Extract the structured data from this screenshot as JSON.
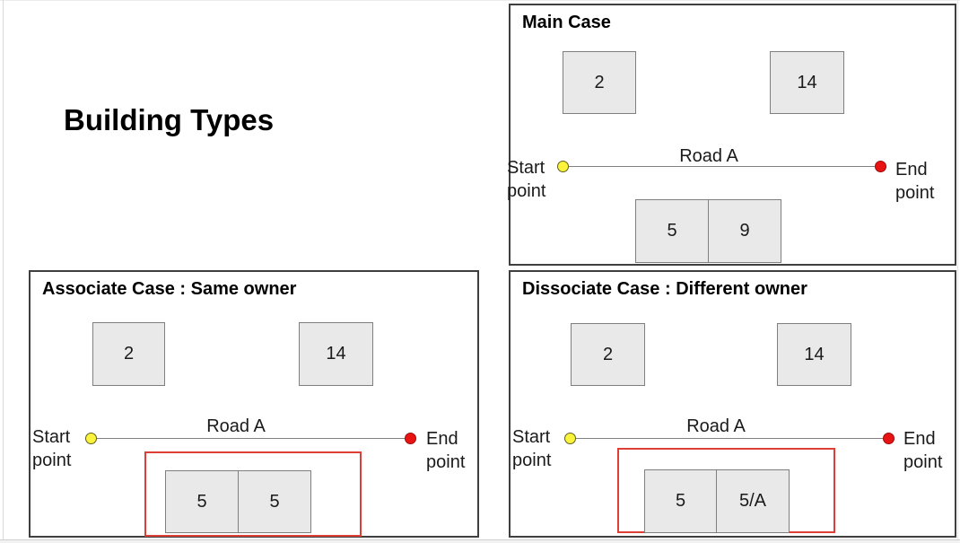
{
  "page": {
    "title": "Building Types"
  },
  "colors": {
    "panel_border": "#3f3f3f",
    "building_fill": "#e9e9e9",
    "building_border": "#7f7f7f",
    "road_line": "#808080",
    "start_point_dot": "#fbf33c",
    "end_point_dot": "#e81414",
    "highlight_box": "#dd3e36"
  },
  "panels": [
    {
      "id": "main-case",
      "title": "Main Case",
      "buildings_above": [
        {
          "label": "2"
        },
        {
          "label": "14"
        }
      ],
      "road": {
        "label": "Road A",
        "start": "Start\npoint",
        "end": "End\npoint"
      },
      "buildings_below": [
        {
          "label": "5"
        },
        {
          "label": "9"
        }
      ],
      "highlighted": false
    },
    {
      "id": "associate-case",
      "title": "Associate Case : Same owner",
      "buildings_above": [
        {
          "label": "2"
        },
        {
          "label": "14"
        }
      ],
      "road": {
        "label": "Road A",
        "start": "Start\npoint",
        "end": "End\npoint"
      },
      "buildings_below": [
        {
          "label": "5"
        },
        {
          "label": "5"
        }
      ],
      "highlighted": true
    },
    {
      "id": "dissociate-case",
      "title": "Dissociate Case : Different owner",
      "buildings_above": [
        {
          "label": "2"
        },
        {
          "label": "14"
        }
      ],
      "road": {
        "label": "Road A",
        "start": "Start\npoint",
        "end": "End\npoint"
      },
      "buildings_below": [
        {
          "label": "5"
        },
        {
          "label": "5/A"
        }
      ],
      "highlighted": true
    }
  ]
}
